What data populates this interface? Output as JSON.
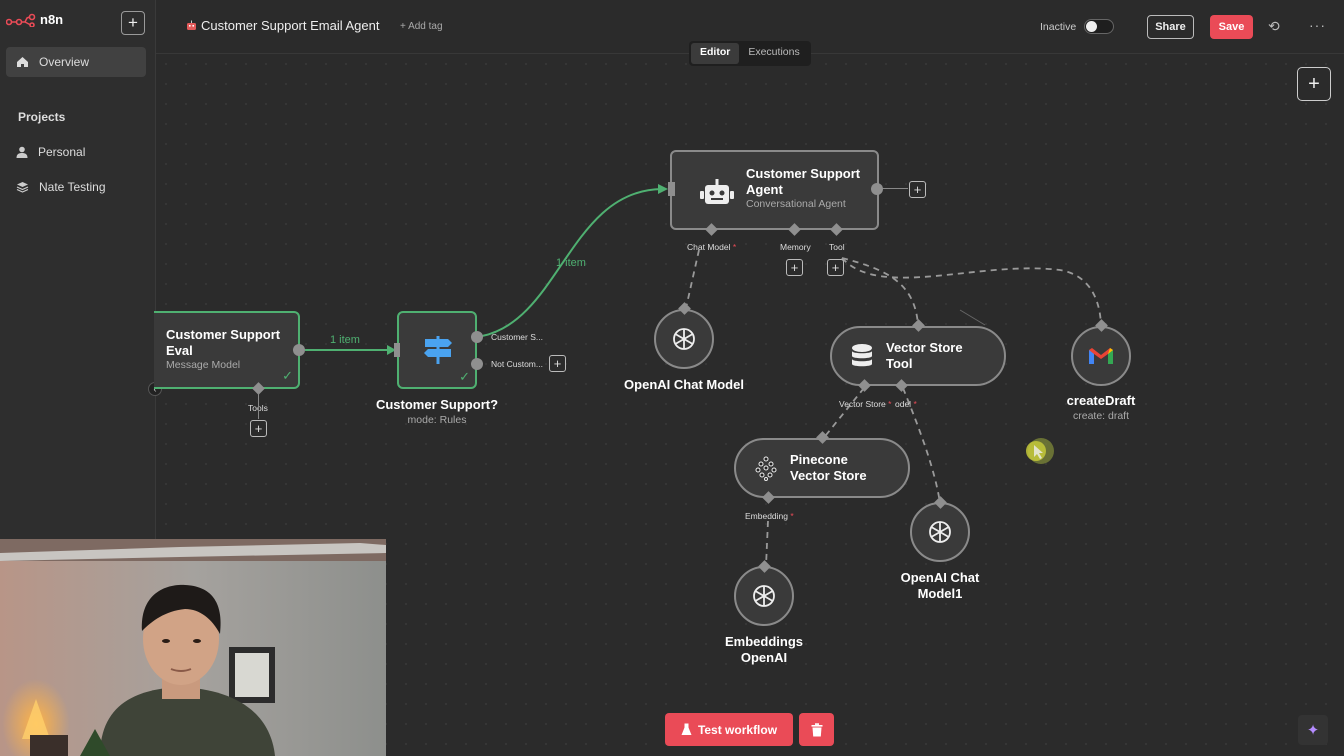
{
  "app": {
    "logo": "n8n"
  },
  "sidebar": {
    "overview": "Overview",
    "projects_heading": "Projects",
    "items": [
      {
        "label": "Personal"
      },
      {
        "label": "Nate Testing"
      }
    ]
  },
  "header": {
    "title": "Customer Support Email Agent",
    "add_tag": "+ Add tag",
    "status": "Inactive",
    "share": "Share",
    "save": "Save"
  },
  "tabs": [
    {
      "label": "Editor"
    },
    {
      "label": "Executions"
    }
  ],
  "nodes": {
    "eval": {
      "title": "Customer Support Eval",
      "subtitle": "Message Model",
      "port": "Tools"
    },
    "router": {
      "title": "Customer Support?",
      "subtitle": "mode: Rules",
      "out1": "Customer S...",
      "out2": "Not Custom..."
    },
    "agent": {
      "title": "Customer Support Agent",
      "subtitle": "Conversational Agent",
      "port_chat": "Chat Model",
      "port_memory": "Memory",
      "port_tool": "Tool"
    },
    "openai_chat": {
      "title": "OpenAI Chat Model"
    },
    "vector_tool": {
      "title": "Vector Store Tool",
      "port_vs": "Vector Store",
      "port_model": "odel"
    },
    "create_draft": {
      "title": "createDraft",
      "subtitle": "create: draft"
    },
    "pinecone": {
      "title": "Pinecone Vector Store",
      "port_emb": "Embedding"
    },
    "openai_chat1": {
      "title": "OpenAI Chat Model1"
    },
    "embeddings": {
      "title": "Embeddings OpenAI"
    }
  },
  "edges": {
    "eval_router": "1 item",
    "router_agent": "1 item"
  },
  "footer": {
    "test_workflow": "Test workflow"
  },
  "colors": {
    "accent": "#ea4b57",
    "success": "#4fb071",
    "canvas": "#2b2b2b"
  }
}
